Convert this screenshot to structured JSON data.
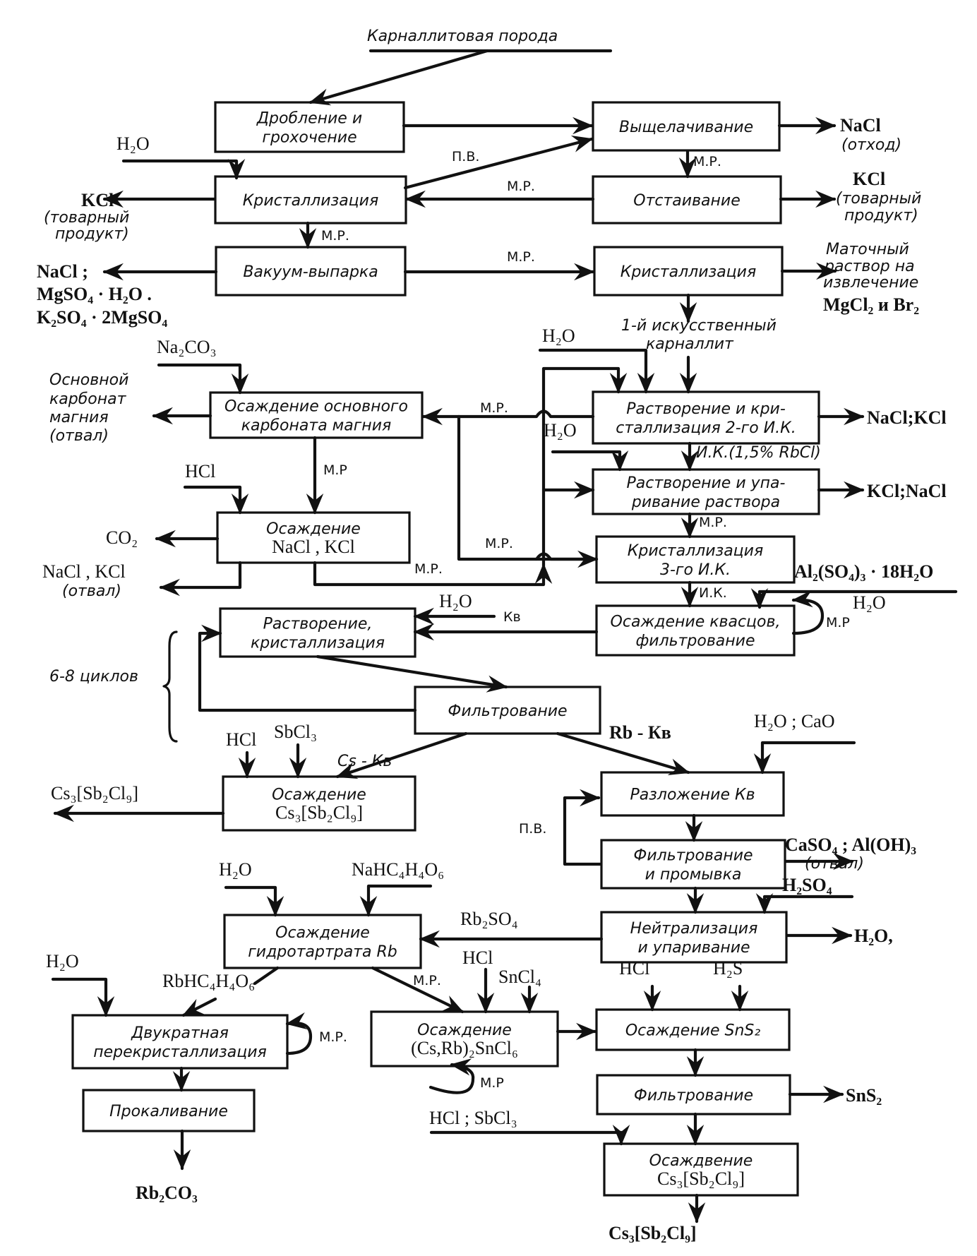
{
  "title": "Карналлитовая порода",
  "nodes": {
    "crushing": [
      "Дробление и",
      "грохочение"
    ],
    "leaching": [
      "Выщелачивание"
    ],
    "cryst1": [
      "Кристаллизация"
    ],
    "settling": [
      "Отстаивание"
    ],
    "vacuum": [
      "Вакуум-выпарка"
    ],
    "cryst2": [
      "Кристаллизация"
    ],
    "mg_carb": [
      "Осаждение основного",
      "карбоната магния"
    ],
    "dissolve2": [
      "Растворение и кри-",
      "сталлизация 2-го И.К."
    ],
    "nacl_kcl_prec": [
      "Осаждение",
      "NaCl , KCl"
    ],
    "dissolve_evap": [
      "Растворение и упа-",
      "ривание раствора"
    ],
    "cryst3": [
      "Кристаллизация",
      "3-го И.К."
    ],
    "alum": [
      "Осаждение квасцов,",
      "фильтрование"
    ],
    "dissolve_cryst": [
      "Растворение,",
      "кристаллизация"
    ],
    "filtration1": [
      "Фильтрование"
    ],
    "cs_prec1": [
      "Осаждение",
      "Cs₃[Sb₂Cl₉]"
    ],
    "decomp": [
      "Разложение Кв"
    ],
    "filt_wash": [
      "Фильтрование",
      "и промывка"
    ],
    "neutral": [
      "Нейтрализация",
      "и упаривание"
    ],
    "rb_tartrate": [
      "Осаждение",
      "гидротартрата Rb"
    ],
    "recryst": [
      "Двукратная",
      "перекристаллизация"
    ],
    "cs_rb_sn": [
      "Осаждение",
      "(Cs,Rb)₂SnCl₆"
    ],
    "sns2_prec": [
      "Осаждение SnS₂"
    ],
    "calcination": [
      "Прокаливание"
    ],
    "filtration2": [
      "Фильтрование"
    ],
    "cs_prec2": [
      "Осаждвение",
      "Cs₃[Sb₂Cl₉]"
    ]
  },
  "labels": {
    "h2o_1": "H₂O",
    "nacl_waste": "NaCl",
    "nacl_waste_note": "(отход)",
    "kcl_left": "KCl",
    "kcl_left_note1": "(товарный",
    "kcl_left_note2": "продукт)",
    "kcl_right": "KCl",
    "kcl_right_note1": "(товарный",
    "kcl_right_note2": "продукт)",
    "pv1": "П.В.",
    "mr_1": "М.Р.",
    "mr_2": "М.Р.",
    "mr_3": "М.Р.",
    "mr_4": "М.Р.",
    "salts1": "NaCl ;",
    "salts2": "MgSO₄ · H₂O .",
    "salts3": "K₂SO₄ · 2MgSO₄",
    "mother1": "Маточный",
    "mother2": "раствор на",
    "mother3": "извлечение",
    "mother4": "MgCl₂ и Br₂",
    "carnallite1": "1-й искусственный",
    "carnallite2": "карналлит",
    "na2co3": "Na₂CO₃",
    "h2o_2": "H₂O",
    "basic1": "Основной",
    "basic2": "карбонат",
    "basic3": "магния",
    "basic4": "(отвал)",
    "mr_5": "М.Р.",
    "nacl_kcl_out1": "NaCl;KCl",
    "h2o_3": "H₂O",
    "ik_rbcl": "И.К.(1,5% RbCl)",
    "kcl_nacl_out": "KCl;NaCl",
    "mr_6": "М.Р",
    "hcl_1": "HCl",
    "mr_7": "М.Р.",
    "mr_8": "М.Р.",
    "co2": "CO₂",
    "nacl_kcl_waste": "NaCl , KCl",
    "nacl_kcl_waste_note": "(отвал)",
    "mr_9": "М.Р.",
    "al_sulfate": "Al₂(SO₄)₃ · 18H₂O",
    "ik_2": "И.К.",
    "h2o_4": "H₂O",
    "h2o_5": "H₂O",
    "kv_1": "Кв",
    "mr_10": "М.Р",
    "cycles": "6-8 циклов",
    "hcl_2": "HCl",
    "sbcl3_1": "SbCl₃",
    "cs_kv": "Cs - Кв",
    "rb_kv": "Rb - Кв",
    "h2o_cao": "H₂O ; CaO",
    "cs_product1": "Cs₃[Sb₂Cl₉]",
    "pv2": "П.В.",
    "caso4": "CaSO₄ ; Al(OH)₃",
    "caso4_note": "(отвал)",
    "h2so4": "H₂SO₄",
    "h2o_6": "H₂O",
    "nahtart": "NaHC₄H₄O₆",
    "rb2so4": "Rb₂SO₄",
    "h2o_out": "H₂O,",
    "h2o_7": "H₂O",
    "rbhtart": "RbHC₄H₄O₆",
    "hcl_3": "HCl",
    "sncl4": "SnCl₄",
    "mr_11": "М.Р.",
    "hcl_4": "HCl",
    "h2s": "H₂S",
    "mr_12": "М.Р.",
    "mr_13": "М.Р",
    "sns2_out": "SnS₂",
    "hcl_sbcl3": "HCl ; SbCl₃",
    "rb2co3": "Rb₂CO₃",
    "cs_product2": "Cs₃[Sb₂Cl₉]"
  }
}
